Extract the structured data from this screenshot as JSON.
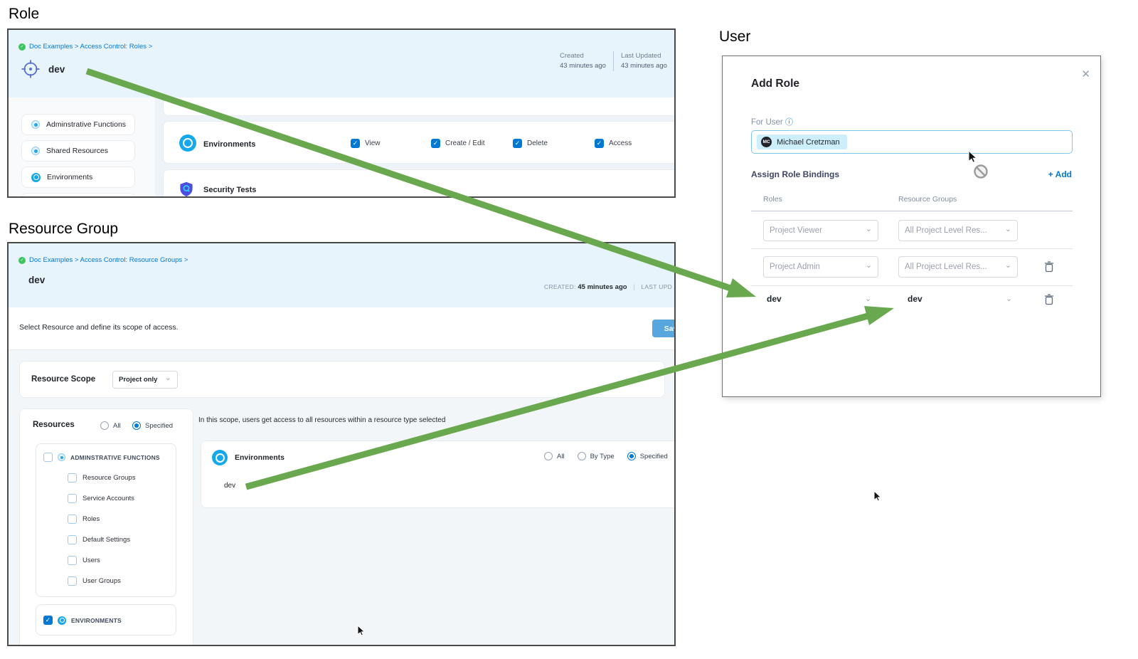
{
  "headings": {
    "role": "Role",
    "resource_group": "Resource Group",
    "user": "User"
  },
  "icons": {
    "check": "✓",
    "chevron": "⌄",
    "close": "✕",
    "info": "ⓘ"
  },
  "colors": {
    "arrow": "#6aa84f",
    "accent_blue": "#0278d5",
    "header_bg": "#e7f4fb"
  },
  "role_panel": {
    "breadcrumb": "Doc Examples > Access Control: Roles >",
    "title": "dev",
    "created": {
      "label": "Created",
      "value": "43 minutes ago"
    },
    "last_updated": {
      "label": "Last Updated",
      "value": "43 minutes ago"
    },
    "sidebar_items": [
      "Adminstrative Functions",
      "Shared Resources",
      "Environments"
    ],
    "environments_row": {
      "label": "Environments",
      "permissions": [
        "View",
        "Create / Edit",
        "Delete",
        "Access"
      ]
    },
    "security_row": {
      "label": "Security Tests"
    }
  },
  "resource_group_panel": {
    "breadcrumb": "Doc Examples > Access Control: Resource Groups >",
    "title": "dev",
    "created_label": "CREATED:",
    "created_value": "45 minutes ago",
    "divider": "|",
    "last_updated_label": "LAST UPD",
    "instruction": "Select Resource and define its scope of access.",
    "save_label": "Save",
    "resource_scope_label": "Resource Scope",
    "resource_scope_value": "Project only",
    "resources": {
      "label": "Resources",
      "options": [
        "All",
        "Specified"
      ],
      "selected": "Specified"
    },
    "tree": {
      "parent": "ADMINSTRATIVE FUNCTIONS",
      "children": [
        "Resource Groups",
        "Service Accounts",
        "Roles",
        "Default Settings",
        "Users",
        "User Groups"
      ],
      "environments": "ENVIRONMENTS"
    },
    "scope_note": "In this scope, users get access to all resources within a resource type selected",
    "environments_detail": {
      "label": "Environments",
      "options": [
        "All",
        "By Type",
        "Specified"
      ],
      "selected": "Specified",
      "value": "dev"
    }
  },
  "user_dialog": {
    "title": "Add Role",
    "for_user_label": "For User",
    "user": {
      "initials": "MC",
      "name": "Michael Cretzman"
    },
    "assign_label": "Assign Role Bindings",
    "add_label": "+ Add",
    "columns": {
      "roles": "Roles",
      "resource_groups": "Resource Groups"
    },
    "rows": [
      {
        "role": "Project Viewer",
        "resource_group": "All Project Level Res..."
      },
      {
        "role": "Project Admin",
        "resource_group": "All Project Level Res..."
      },
      {
        "role": "dev",
        "resource_group": "dev"
      }
    ]
  }
}
